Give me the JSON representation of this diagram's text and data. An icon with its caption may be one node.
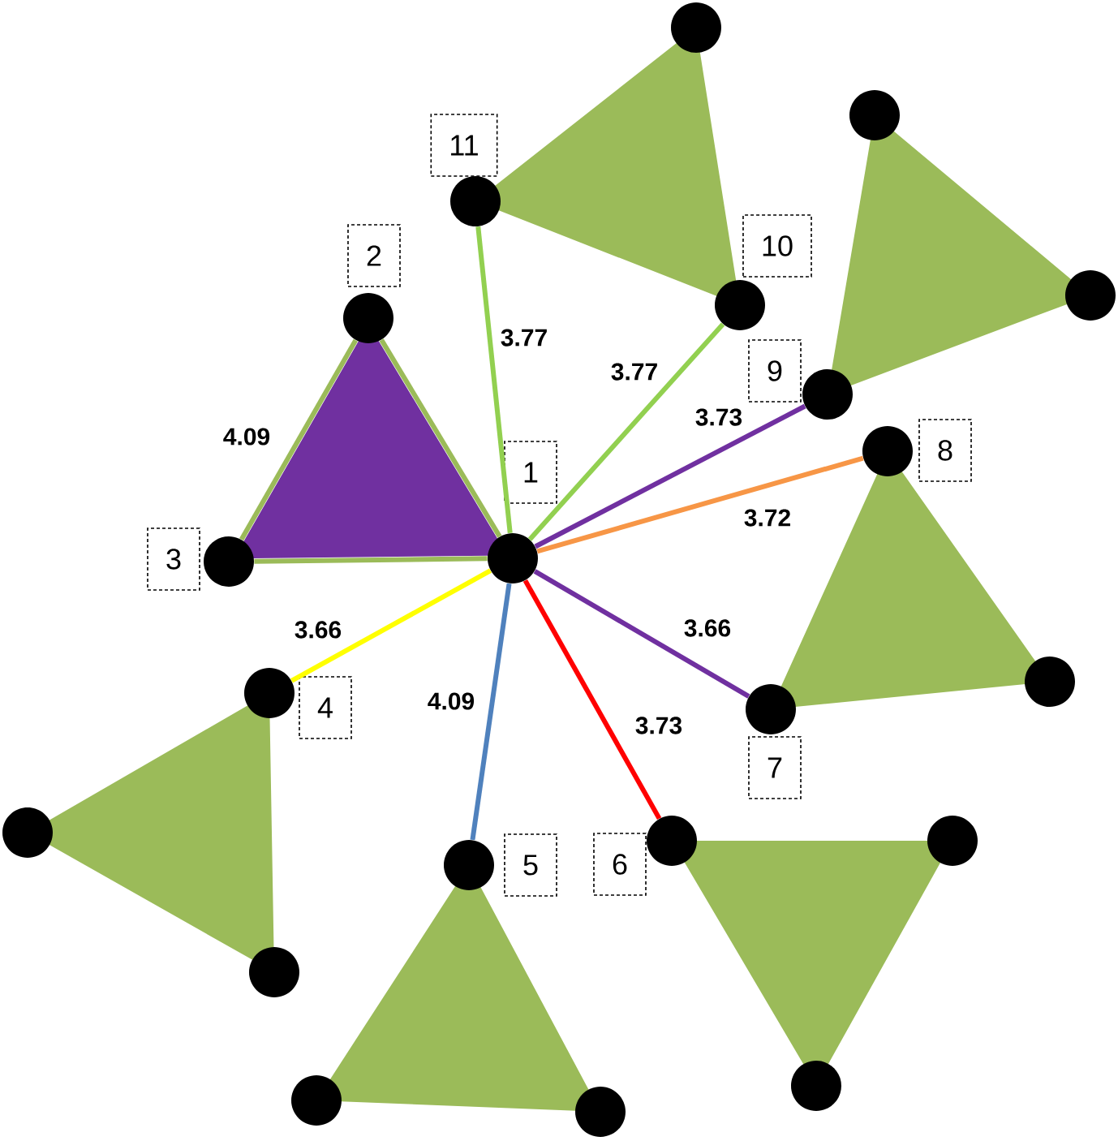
{
  "diagram": {
    "nodes": [
      {
        "text": [
          "1"
        ]
      },
      {
        "text": [
          "2"
        ]
      },
      {
        "text": [
          "3"
        ]
      },
      {
        "text": [
          "4"
        ]
      },
      {
        "text": [
          "5"
        ]
      },
      {
        "text": [
          "6"
        ]
      },
      {
        "text": [
          "7"
        ]
      },
      {
        "text": [
          "8"
        ]
      },
      {
        "text": [
          "9"
        ]
      },
      {
        "text": [
          "10"
        ]
      },
      {
        "text": [
          "11"
        ]
      },
      {
        "text": [],
        "shape": "circle"
      },
      {
        "text": [],
        "shape": "circle"
      },
      {
        "text": [],
        "shape": "circle"
      },
      {
        "text": [],
        "shape": "circle"
      },
      {
        "text": [],
        "shape": "circle"
      },
      {
        "text": [],
        "shape": "circle"
      },
      {
        "text": [],
        "shape": "circle"
      },
      {
        "text": [],
        "shape": "circle"
      },
      {
        "text": [],
        "shape": "circle"
      },
      {
        "text": [],
        "shape": "circle"
      },
      {
        "text": [],
        "shape": "circle"
      },
      {
        "text": [],
        "shape": "circle"
      },
      {
        "text": [],
        "shape": "circle"
      },
      {
        "text": [],
        "shape": "circle"
      },
      {
        "text": [],
        "shape": "circle"
      },
      {
        "text": [],
        "shape": "circle"
      },
      {
        "text": [],
        "shape": "circle"
      },
      {
        "text": [],
        "shape": "circle"
      },
      {
        "text": [],
        "shape": "circle"
      },
      {
        "text": [],
        "shape": "circle"
      },
      {
        "text": [],
        "shape": "circle"
      },
      {
        "text": [],
        "shape": "triangle"
      },
      {
        "text": [],
        "shape": "triangle"
      },
      {
        "text": [],
        "shape": "triangle"
      },
      {
        "text": [],
        "shape": "triangle"
      },
      {
        "text": [],
        "shape": "triangle"
      },
      {
        "text": [],
        "shape": "triangle"
      },
      {
        "text": [],
        "shape": "triangle"
      }
    ],
    "edges": [
      {
        "from": 11,
        "to": 12,
        "arrow": "none",
        "color": "#9bbb59"
      },
      {
        "from": 12,
        "to": 13,
        "arrow": "none",
        "label": "4.09",
        "color": "#9bbb59"
      },
      {
        "from": 13,
        "to": 11,
        "arrow": "none",
        "color": "#9bbb59"
      },
      {
        "from": 11,
        "to": 21,
        "arrow": "none",
        "label": "3.77",
        "color": "#92d050"
      },
      {
        "from": 11,
        "to": 20,
        "arrow": "none",
        "label": "3.77",
        "color": "#92d050"
      },
      {
        "from": 11,
        "to": 19,
        "arrow": "none",
        "label": "3.73",
        "color": "#7030a0"
      },
      {
        "from": 11,
        "to": 18,
        "arrow": "none",
        "label": "3.72",
        "color": "#f79646"
      },
      {
        "from": 11,
        "to": 17,
        "arrow": "none",
        "label": "3.66",
        "color": "#7030a0"
      },
      {
        "from": 11,
        "to": 16,
        "arrow": "none",
        "label": "3.73",
        "color": "#ff0000"
      },
      {
        "from": 11,
        "to": 15,
        "arrow": "none",
        "label": "4.09",
        "color": "#4f81bd"
      },
      {
        "from": 11,
        "to": 14,
        "arrow": "none",
        "label": "3.66",
        "color": "#ffff00"
      }
    ]
  }
}
